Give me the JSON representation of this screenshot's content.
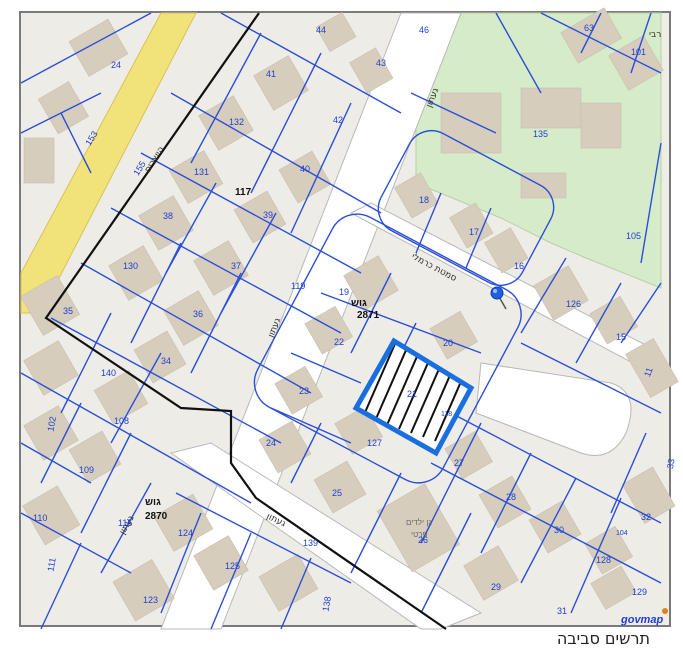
{
  "map": {
    "watermark": "govmap",
    "colors": {
      "parcel_line": "#2a4fd8",
      "block_line": "#111111",
      "main_road": "#f2e27a",
      "green_area": "#d6ebc8",
      "highlight": "#1a6fe0",
      "marker": "#1f5fe0"
    },
    "streets": {
      "hayotsrim": "היוצרים",
      "gaaton": "געתון",
      "gaaton_main": "געתון",
      "gaaton_south": "געתון",
      "gaaton_north": "געתון",
      "gaaton_west": "געתון",
      "samtat_carmeli": "סמטת כרמלי",
      "rabi": "רבי"
    },
    "blocks": {
      "b2871_label": "גוש",
      "b2871_num": "2871",
      "b2870_label": "גוש",
      "b2870_num": "2870",
      "b117": "117"
    },
    "kindergarten": {
      "line1": "גן ילדים",
      "line2": "פרטי",
      "num": "26"
    },
    "parcels": {
      "p44": "44",
      "p46": "46",
      "p24": "24",
      "p41": "41",
      "p43": "43",
      "p132": "132",
      "p42": "42",
      "p153": "153",
      "p155": "155",
      "p131": "131",
      "p40": "40",
      "p38": "38",
      "p39": "39",
      "p130": "130",
      "p37": "37",
      "p35": "35",
      "p36": "36",
      "p34": "34",
      "p119": "119",
      "p140": "140",
      "p102": "102",
      "p108": "108",
      "p109": "109",
      "p110": "110",
      "p111": "111",
      "p115": "115",
      "p124": "124",
      "p125": "125",
      "p123": "123",
      "p139": "139",
      "p138": "138",
      "p19": "19",
      "p22": "22",
      "p20": "20",
      "p23": "23",
      "p21": "21",
      "p24b": "24",
      "p127": "127",
      "p25": "25",
      "p27": "27",
      "p28": "28",
      "p30": "30",
      "p29": "29",
      "p31": "31",
      "p18": "18",
      "p17": "17",
      "p16": "16",
      "p126": "126",
      "p15": "15",
      "p11": "11",
      "p135": "135",
      "p105": "105",
      "p63": "63",
      "p101": "101",
      "p33": "33",
      "p32": "32",
      "p128": "128",
      "p129": "129",
      "p104": "104",
      "p118": "118"
    }
  },
  "caption": "תרשים סביבה"
}
